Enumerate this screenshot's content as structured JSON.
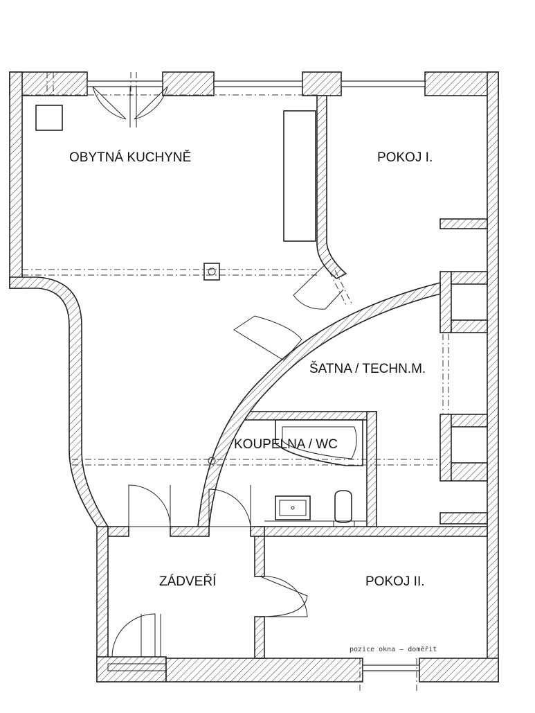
{
  "rooms": {
    "kitchen": "OBYTNÁ KUCHYNĚ",
    "room1": "POKOJ I.",
    "closet": "ŠATNA / TECHN.M.",
    "bathroom": "KOUPELNA / WC",
    "hall": "ZÁDVEŘÍ",
    "room2": "POKOJ II."
  },
  "note": "pozice okna – doměřit"
}
